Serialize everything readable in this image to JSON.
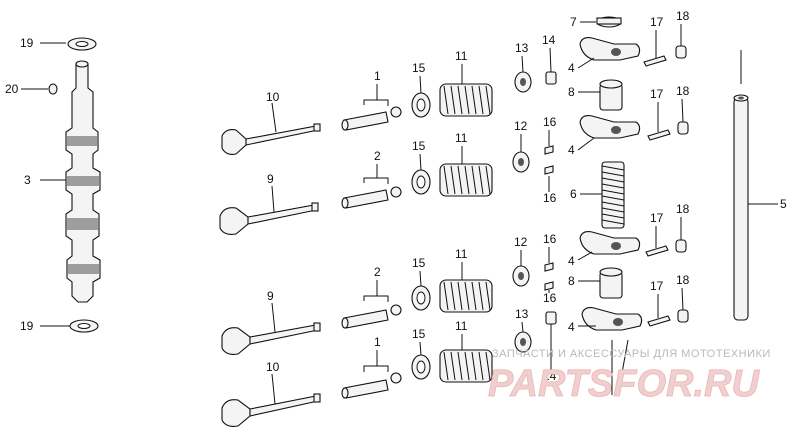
{
  "diagram": {
    "part_numbers": {
      "camshaft": "3",
      "cam_washer_top": "19",
      "cam_washer_bottom": "19",
      "cam_pin": "20",
      "valve_intake_top": "10",
      "valve_exhaust_a": "9",
      "valve_exhaust_b": "9",
      "valve_intake_bottom": "10",
      "guide_a": "1",
      "guide_b": "2",
      "guide_c": "2",
      "guide_d": "1",
      "washer_a": "15",
      "washer_b": "15",
      "washer_c": "15",
      "washer_d": "15",
      "spring_a": "11",
      "spring_b": "11",
      "spring_c": "11",
      "spring_d": "11",
      "retainer_a": "13",
      "retainer_b": "12",
      "retainer_c": "12",
      "retainer_d": "13",
      "nut_a": "14",
      "nut_d": "14",
      "cotter_a1": "16",
      "cotter_a2": "16",
      "cotter_b1": "16",
      "cotter_b2": "16",
      "rocker_a": "4",
      "rocker_b": "4",
      "rocker_c": "4",
      "rocker_d": "4",
      "cap": "7",
      "bushing_a": "8",
      "bushing_b": "8",
      "return_spring": "6",
      "stud_a": "17",
      "stud_b": "17",
      "stud_c": "17",
      "stud_d": "17",
      "locknut_a": "18",
      "locknut_b": "18",
      "locknut_c": "18",
      "locknut_d": "18",
      "pushrod": "5"
    },
    "watermark": {
      "caption": "ЗАПЧАСТИ И АКСЕССУАРЫ ДЛЯ МОТОТЕХНИКИ",
      "brand": "PARTSFOR.RU"
    }
  }
}
